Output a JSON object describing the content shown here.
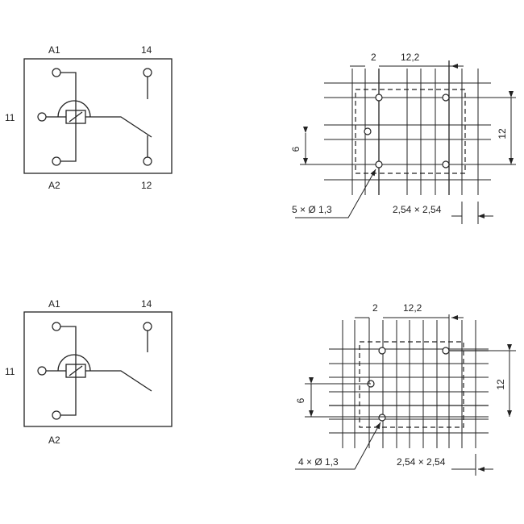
{
  "schematic_1": {
    "labels": {
      "a1": "A1",
      "a2": "A2",
      "t11": "11",
      "t12": "12",
      "t14": "14"
    }
  },
  "schematic_2": {
    "labels": {
      "a1": "A1",
      "a2": "A2",
      "t11": "11",
      "t14": "14"
    }
  },
  "footprint_1": {
    "dim_pitch_offset": "2",
    "dim_width": "12,2",
    "dim_height": "12",
    "dim_half": "6",
    "holes": "5 × Ø 1,3",
    "grid": "2,54 × 2,54"
  },
  "footprint_2": {
    "dim_pitch_offset": "2",
    "dim_width": "12,2",
    "dim_height": "12",
    "dim_half": "6",
    "holes": "4 × Ø 1,3",
    "grid": "2,54 × 2,54"
  }
}
